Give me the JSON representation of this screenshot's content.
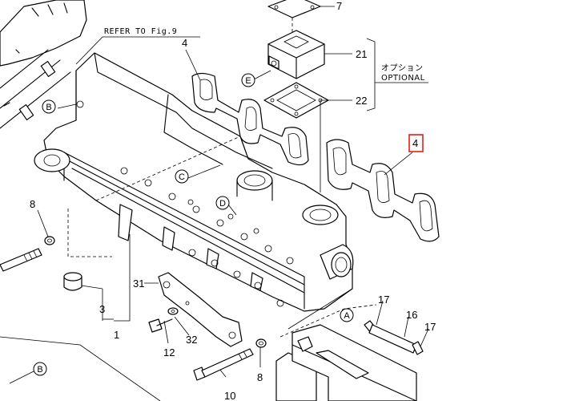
{
  "refer_note": "REFER TO Fig.9",
  "optional_jp": "オプション",
  "optional_en": "OPTIONAL",
  "part_numbers": {
    "p7": "7",
    "p21": "21",
    "p22": "22",
    "p4_top": "4",
    "p4_highlight": "4",
    "p8_left": "8",
    "p3": "3",
    "p1": "1",
    "p31": "31",
    "p12": "12",
    "p32": "32",
    "p10": "10",
    "p8_bottom": "8",
    "p17_a": "17",
    "p16": "16",
    "p17_b": "17"
  },
  "callouts": {
    "B_top": "B",
    "E": "E",
    "C": "C",
    "D": "D",
    "A": "A",
    "B_bottom": "B"
  },
  "colors": {
    "highlight": "#e0201a",
    "line": "#000000"
  }
}
